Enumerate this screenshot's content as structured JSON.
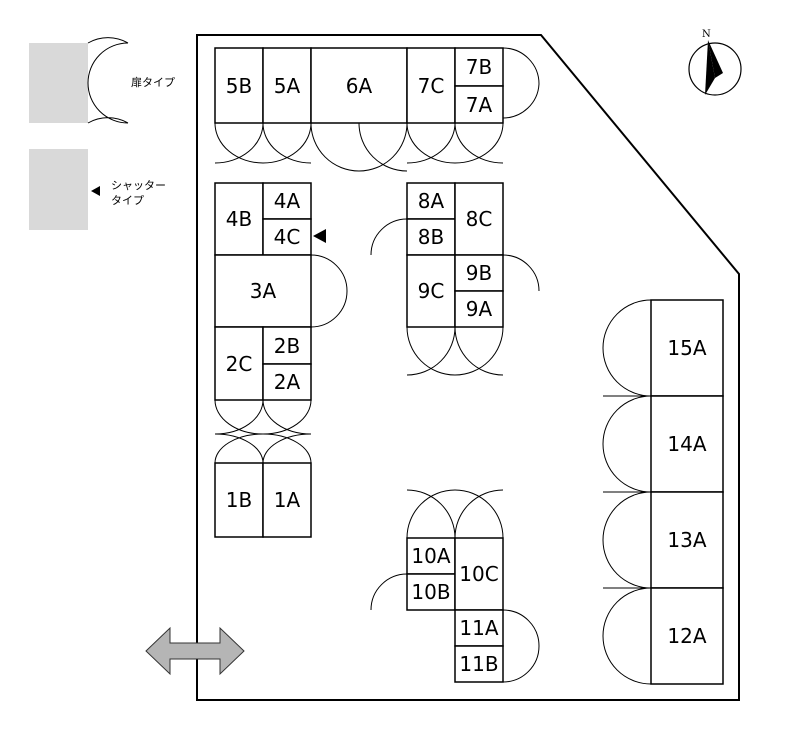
{
  "legend": {
    "door_type": "扉タイプ",
    "shutter_line1": "シャッター",
    "shutter_line2": "タイプ"
  },
  "compass": {
    "north": "N"
  },
  "units": {
    "u5B": "5B",
    "u5A": "5A",
    "u6A": "6A",
    "u7C": "7C",
    "u7B": "7B",
    "u7A": "7A",
    "u4B": "4B",
    "u4A": "4A",
    "u4C": "4C",
    "u3A": "3A",
    "u2C": "2C",
    "u2B": "2B",
    "u2A": "2A",
    "u1B": "1B",
    "u1A": "1A",
    "u8A": "8A",
    "u8B": "8B",
    "u8C": "8C",
    "u9C": "9C",
    "u9B": "9B",
    "u9A": "9A",
    "u10A": "10A",
    "u10B": "10B",
    "u10C": "10C",
    "u11A": "11A",
    "u11B": "11B",
    "u15A": "15A",
    "u14A": "14A",
    "u13A": "13A",
    "u12A": "12A"
  },
  "colors": {
    "line": "#000000",
    "legend_fill": "#d9d9d9",
    "arrow_fill": "#b5b5b5"
  }
}
